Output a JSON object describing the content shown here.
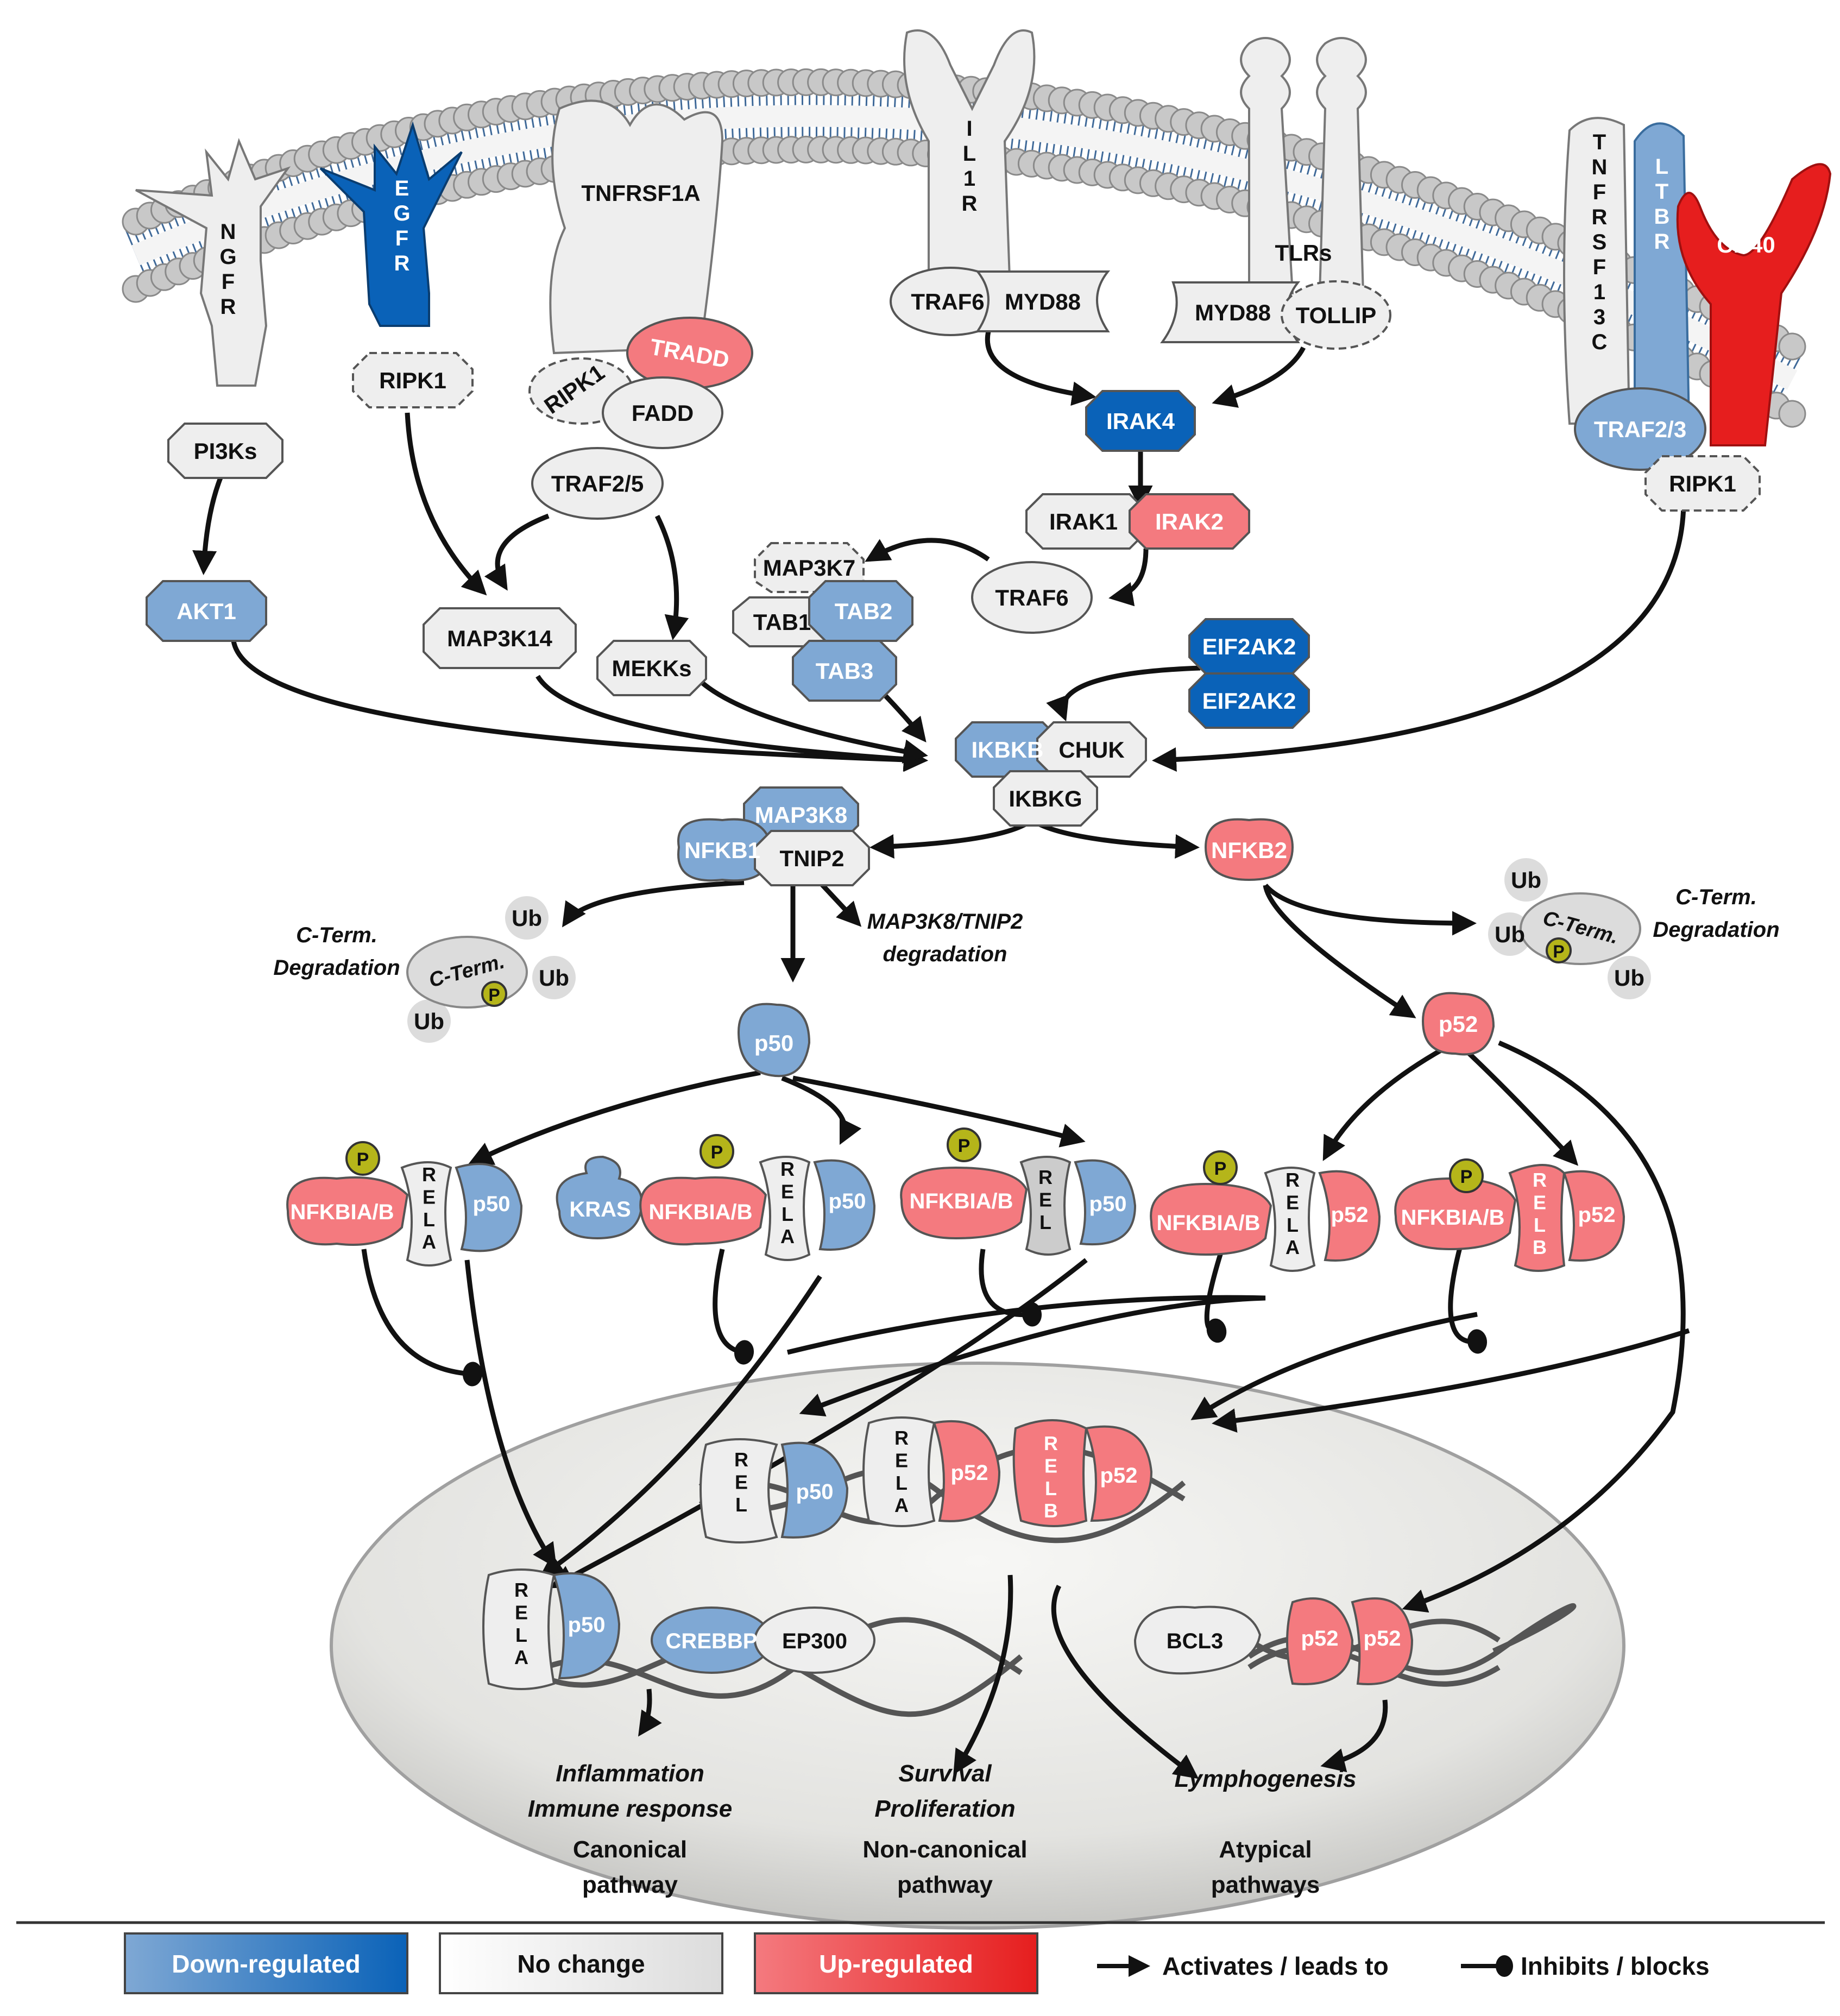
{
  "colors": {
    "down": "#7fa8d4",
    "down_strong": "#0a62b8",
    "none": "#eeeeee",
    "up": "#f47a7f",
    "up_strong": "#e61e1e",
    "membrane_head": "#c8c8c8",
    "membrane_tail": "#2b5a8e",
    "nucleus": "#d9d9d7",
    "arrow": "#111111"
  },
  "receptors": {
    "ngfr": "NGFR",
    "egfr": "EGFR",
    "tnfrsf1a": "TNFRSF1A",
    "il1r": "IL1R",
    "tlrs": "TLRs",
    "tnfrsf13c": "TNFRSF13C",
    "ltbr": "LTBR",
    "cd40": "CD40"
  },
  "nodes": {
    "pi3ks": "PI3Ks",
    "ripk1_egfr": "RIPK1",
    "ripk1_tnf": "RIPK1",
    "tradd": "TRADD",
    "fadd": "FADD",
    "traf25": "TRAF2/5",
    "traf6_top": "TRAF6",
    "myd88_left": "MYD88",
    "myd88_right": "MYD88",
    "tollip": "TOLLIP",
    "irak4": "IRAK4",
    "irak1": "IRAK1",
    "irak2": "IRAK2",
    "traf6_mid": "TRAF6",
    "map3k7": "MAP3K7",
    "tab1": "TAB1",
    "tab2": "TAB2",
    "tab3": "TAB3",
    "traf23": "TRAF2/3",
    "ripk1_right": "RIPK1",
    "akt1": "AKT1",
    "map3k14": "MAP3K14",
    "mekks": "MEKKs",
    "eif2ak2_a": "EIF2AK2",
    "eif2ak2_b": "EIF2AK2",
    "ikbkb": "IKBKB",
    "chuk": "CHUK",
    "ikbkg": "IKBKG",
    "map3k8": "MAP3K8",
    "nfkb1": "NFKB1",
    "tnip2": "TNIP2",
    "nfkb2": "NFKB2",
    "p50": "p50",
    "p52": "p52"
  },
  "labels": {
    "cterm_left_1": "C-Term.",
    "cterm_left_2": "Degradation",
    "cterm_right_1": "C-Term.",
    "cterm_right_2": "Degradation",
    "map3k8_deg_1": "MAP3K8/TNIP2",
    "map3k8_deg_2": "degradation",
    "cterm": "C-Term.",
    "ub": "Ub",
    "p": "P"
  },
  "complexes": {
    "nfkbia": "NFKBIA/B",
    "rela": "RELA",
    "rel": "REL",
    "relb": "RELB",
    "p50": "p50",
    "p52": "p52",
    "kras": "KRAS"
  },
  "nucleus": {
    "rel": "REL",
    "p50a": "p50",
    "rela": "RELA",
    "p52a": "p52",
    "relb": "RELB",
    "p52b": "p52",
    "p50b": "p50",
    "crebbp": "CREBBP",
    "ep300": "EP300",
    "bcl3": "BCL3",
    "p52c": "p52",
    "p52d": "p52"
  },
  "outcomes": {
    "inflammation": "Inflammation",
    "immune": "Immune response",
    "survival": "Survival",
    "proliferation": "Proliferation",
    "lymphogenesis": "Lymphogenesis",
    "canonical_1": "Canonical",
    "canonical_2": "pathway",
    "noncanonical_1": "Non-canonical",
    "noncanonical_2": "pathway",
    "atypical_1": "Atypical",
    "atypical_2": "pathways"
  },
  "legend": {
    "down": "Down-regulated",
    "none": "No change",
    "up": "Up-regulated",
    "activates": "Activates / leads to",
    "inhibits": "Inhibits / blocks"
  }
}
